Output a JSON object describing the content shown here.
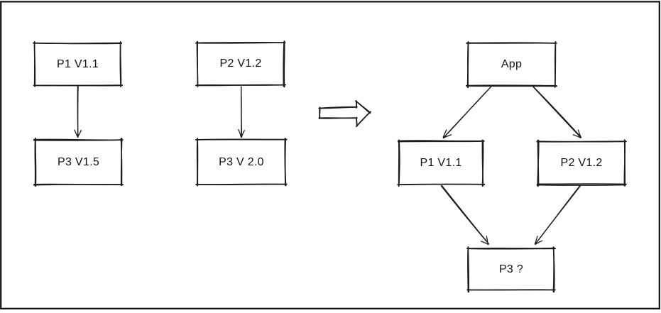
{
  "colors": {
    "ink": "#1c1c1c",
    "background": "#ffffff",
    "text": "#111111"
  },
  "before": {
    "left": {
      "parent": "P1 V1.1",
      "child": "P3 V1.5"
    },
    "middle": {
      "parent": "P2 V1.2",
      "child": "P3 V 2.0"
    }
  },
  "after": {
    "root": "App",
    "left_dep": "P1 V1.1",
    "right_dep": "P2 V1.2",
    "conflict": "P3 ?"
  },
  "edges": {
    "before": [
      {
        "from": "P1 V1.1",
        "to": "P3 V1.5"
      },
      {
        "from": "P2 V1.2",
        "to": "P3 V 2.0"
      }
    ],
    "after": [
      {
        "from": "App",
        "to": "P1 V1.1"
      },
      {
        "from": "App",
        "to": "P2 V1.2"
      },
      {
        "from": "P1 V1.1",
        "to": "P3 ?"
      },
      {
        "from": "P2 V1.2",
        "to": "P3 ?"
      }
    ]
  }
}
